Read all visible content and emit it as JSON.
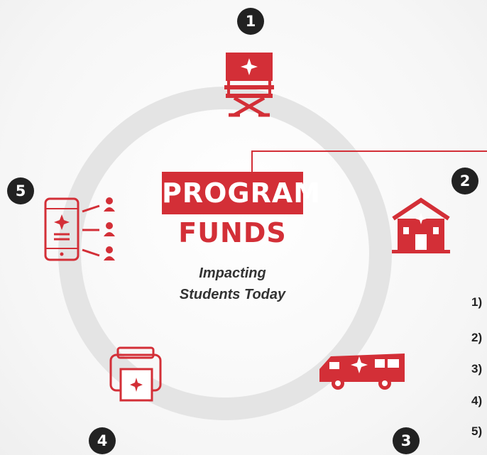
{
  "title": {
    "line1": "PROGRAM",
    "line2": "FUNDS"
  },
  "tagline": {
    "line1": "Impacting",
    "line2": "Students Today"
  },
  "badges": [
    "1",
    "2",
    "3",
    "4",
    "5"
  ],
  "side_list": [
    "1)",
    "2)",
    "3)",
    "4)",
    "5)"
  ],
  "icons": {
    "step1": "directors-chair-icon",
    "step2": "house-icon",
    "step3": "bus-icon",
    "step4": "printer-icon",
    "step5": "mobile-share-icon"
  },
  "colors": {
    "accent": "#d32f37",
    "badge": "#222222",
    "ring": "#e4e4e4"
  }
}
